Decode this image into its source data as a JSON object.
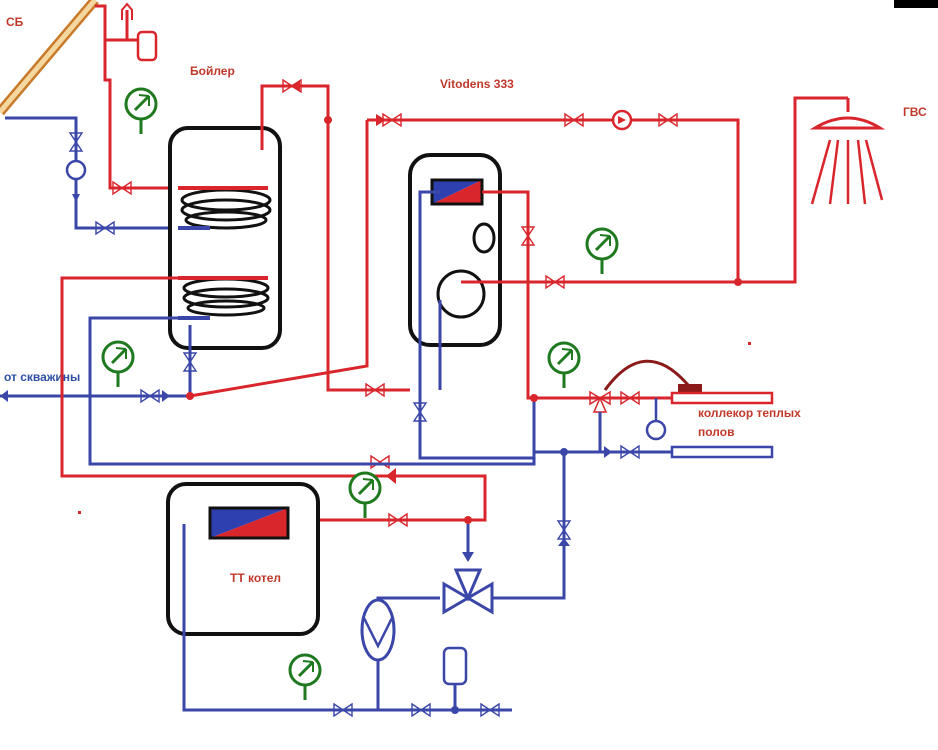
{
  "labels": {
    "solar_panel": "СБ",
    "boiler": "Бойлер",
    "gas_boiler": "Vitodens 333",
    "hot_water": "ГВС",
    "from_well": "от скважины",
    "floor_manifold_line1": "коллекор теплых",
    "floor_manifold_line2": "полов",
    "solid_fuel_boiler": "ТТ котел"
  },
  "colors": {
    "hot_line": "#d9252c",
    "cold_line": "#3a46a8",
    "gauge": "#1f7a1f",
    "outline": "#111111",
    "heater_red": "#d9252c",
    "heater_blue": "#2e3fb0"
  }
}
